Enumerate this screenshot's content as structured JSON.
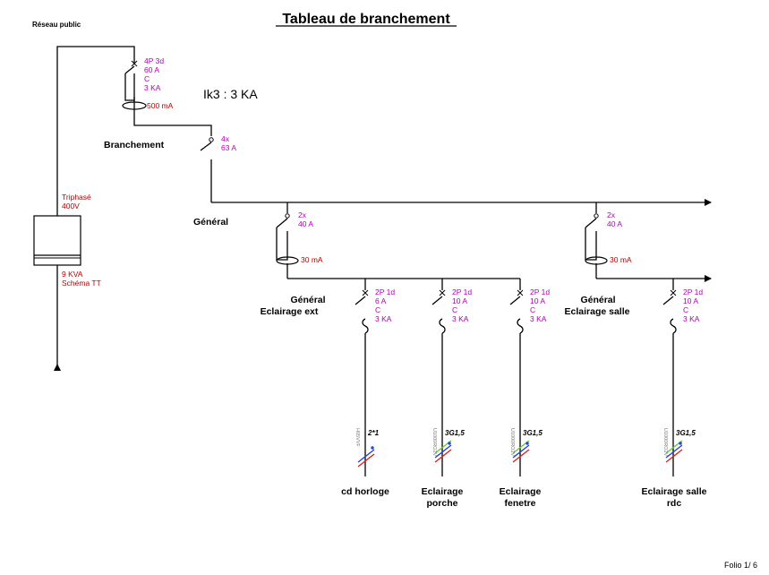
{
  "title": "Tableau de branchement",
  "source_label": "Réseau public",
  "ik3": "Ik3 : 3 KA",
  "folio": "Folio  1/ 6",
  "main_breaker": {
    "specs": [
      "4P 3d",
      "60 A",
      "C",
      "3 KA"
    ],
    "differential": "500 mA"
  },
  "branchement": {
    "label": "Branchement",
    "specs": [
      "4x",
      "63 A"
    ]
  },
  "meter": {
    "top_specs": [
      "Triphasé",
      "400V"
    ],
    "bottom_specs": [
      "9 KVA",
      "Schéma TT"
    ]
  },
  "general": {
    "label": "Général"
  },
  "groups": [
    {
      "switch_specs": [
        "2x",
        "40 A"
      ],
      "differential": "30 mA",
      "label_lines": [
        "Général",
        "Eclairage ext"
      ]
    },
    {
      "switch_specs": [
        "2x",
        "40 A"
      ],
      "differential": "30 mA",
      "label_lines": [
        "Général",
        "Eclairage salle"
      ]
    }
  ],
  "circuits": [
    {
      "breaker_specs": [
        "2P 1d",
        "6 A",
        "C",
        "3 KA"
      ],
      "cable_type": "H05VVF",
      "cable_section": "2*1",
      "label_lines": [
        "cd horloge"
      ]
    },
    {
      "breaker_specs": [
        "2P 1d",
        "10 A",
        "C",
        "3 KA"
      ],
      "cable_type": "U1000RO2V",
      "cable_section": "3G1,5",
      "label_lines": [
        "Eclairage",
        "porche"
      ]
    },
    {
      "breaker_specs": [
        "2P 1d",
        "10 A",
        "C",
        "3 KA"
      ],
      "cable_type": "U1000RO2V",
      "cable_section": "3G1,5",
      "label_lines": [
        "Eclairage",
        "fenetre"
      ]
    },
    {
      "breaker_specs": [
        "2P 1d",
        "10 A",
        "C",
        "3 KA"
      ],
      "cable_type": "U1000RO2V",
      "cable_section": "3G1,5",
      "label_lines": [
        "Eclairage salle",
        "rdc"
      ]
    }
  ],
  "colors": {
    "specs": "#b100b1",
    "meter_text": "#b80000",
    "wire_earth": "#66cc33",
    "wire_neutral": "#2244dd",
    "wire_phase": "#dd2222"
  }
}
